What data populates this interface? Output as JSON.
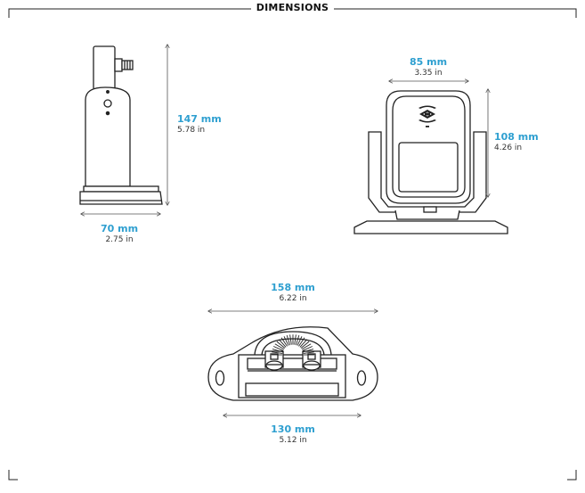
{
  "title": "DIMENSIONS",
  "accent_color": "#2e9fd0",
  "line_color": "#222222",
  "dimensions": {
    "side_height": {
      "mm": "147 mm",
      "in": "5.78 in"
    },
    "side_width": {
      "mm": "70 mm",
      "in": "2.75 in"
    },
    "front_width": {
      "mm": "85 mm",
      "in": "3.35 in"
    },
    "front_height": {
      "mm": "108 mm",
      "in": "4.26 in"
    },
    "base_width": {
      "mm": "158 mm",
      "in": "6.22 in"
    },
    "base_hole_spacing": {
      "mm": "130 mm",
      "in": "5.12 in"
    }
  }
}
